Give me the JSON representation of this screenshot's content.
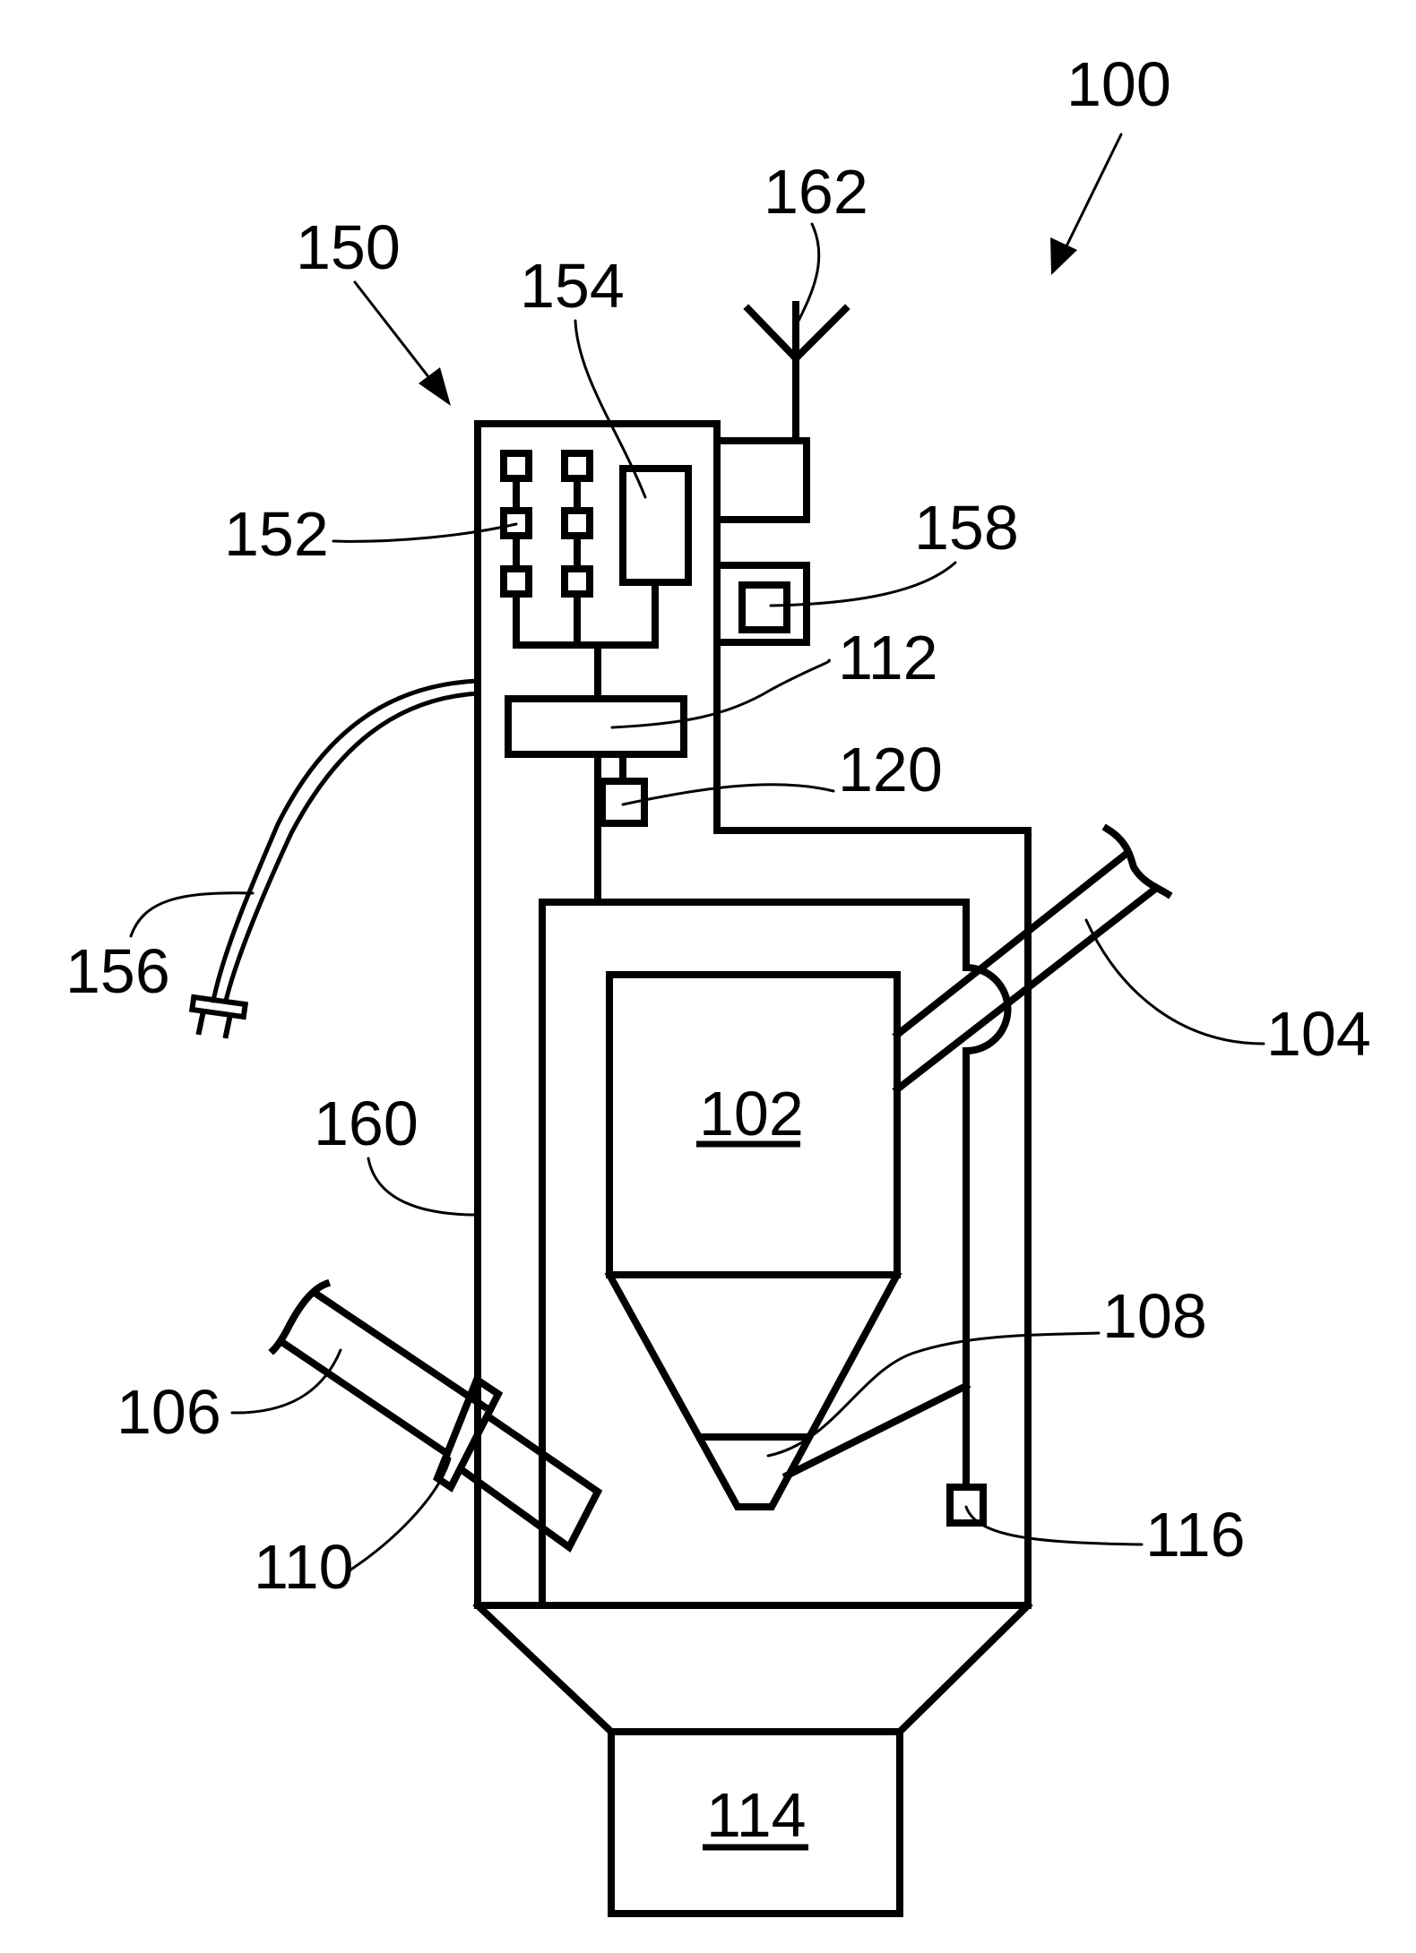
{
  "figure": {
    "type": "patent-drawing",
    "line_color": "#000000",
    "background": "#ffffff"
  },
  "labels": {
    "system": "100",
    "tank": "102",
    "inlet_tube": "104",
    "outlet_tube": "106",
    "funnel_outlet": "108",
    "seal_collar": "110",
    "controller": "112",
    "collection_bin": "114",
    "level_sensor": "116",
    "sensor": "120",
    "control_unit": "150",
    "circuit_elements": "152",
    "memory_module": "154",
    "power_cord": "156",
    "display": "158",
    "housing": "160",
    "antenna": "162"
  }
}
